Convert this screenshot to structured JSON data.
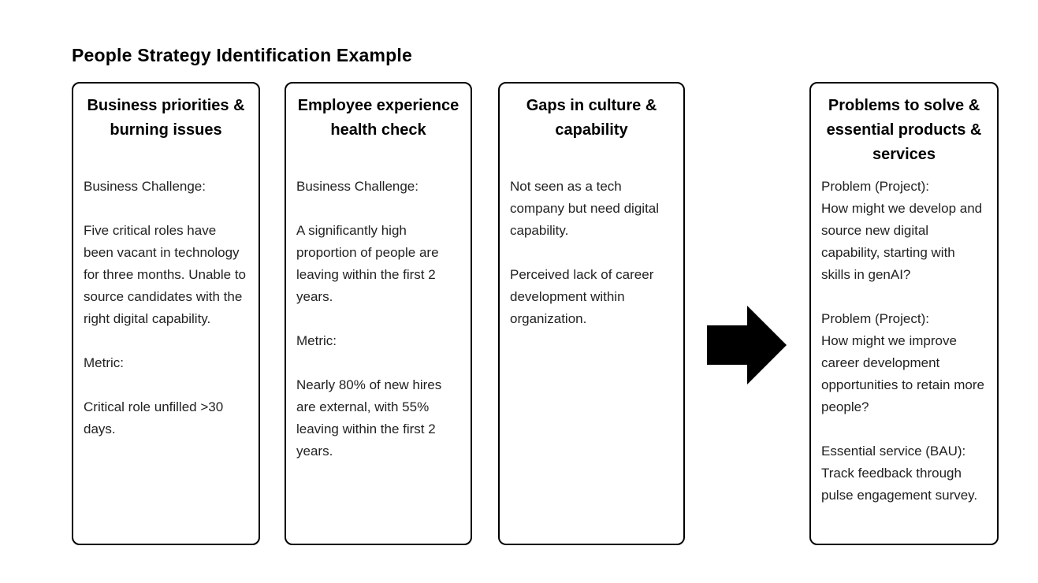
{
  "page": {
    "title": "People Strategy Identification Example"
  },
  "arrow": {
    "direction": "right",
    "color": "#000000"
  },
  "cards": [
    {
      "heading": "Business priorities & burning issues",
      "paragraphs": [
        "Business Challenge:",
        "Five critical roles have been vacant in technology for three months. Unable to source candidates with the right digital capability.",
        "Metric:",
        "Critical role unfilled >30 days."
      ]
    },
    {
      "heading": "Employee experience health check",
      "paragraphs": [
        "Business Challenge:",
        "A significantly high proportion of people are leaving within the first 2 years.",
        "Metric:",
        "Nearly 80% of new hires are external, with 55% leaving within the first 2 years."
      ]
    },
    {
      "heading": "Gaps in culture & capability",
      "paragraphs": [
        "Not seen as a tech company but need digital capability.",
        "Perceived lack of career development within organization."
      ]
    },
    {
      "heading": "Problems to solve & essential products & services",
      "paragraphs": [
        "Problem (Project):\nHow might we develop and source new digital capability, starting with skills in genAI?",
        "Problem (Project):\nHow might we improve career development opportunities to retain more people?",
        "Essential service (BAU):\nTrack feedback through pulse engagement survey."
      ]
    }
  ]
}
